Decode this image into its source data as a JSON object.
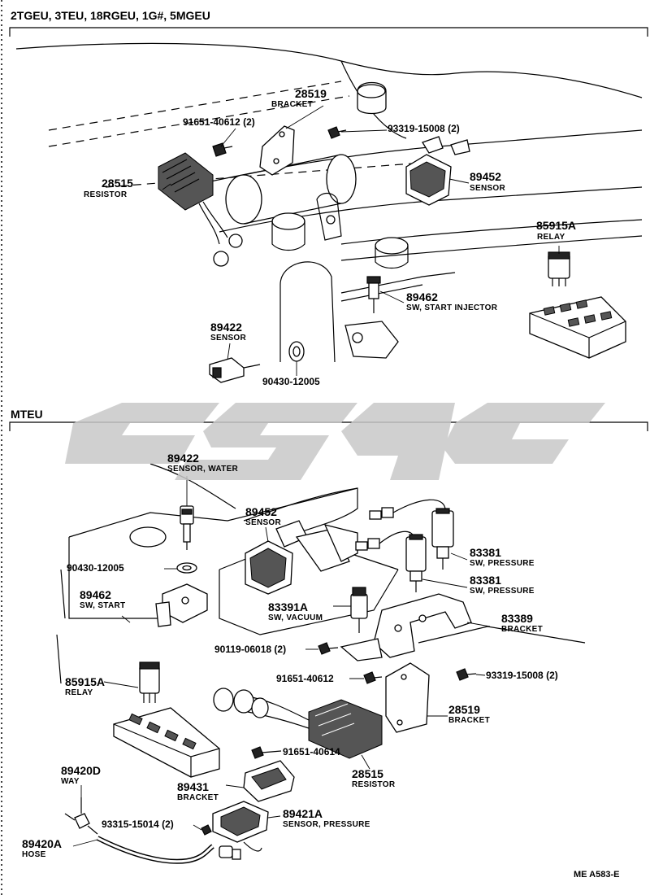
{
  "sections": {
    "top_title": "2TGEU, 3TEU, 18RGEU, 1G#, 5MGEU",
    "bottom_title": "MTEU"
  },
  "top": {
    "p28519": {
      "num": "28519",
      "desc": "BRACKET"
    },
    "p91651": {
      "num": "91651-40612 (2)"
    },
    "p93319": {
      "num": "93319-15008 (2)"
    },
    "p28515": {
      "num": "28515",
      "desc": "RESISTOR"
    },
    "p89452": {
      "num": "89452",
      "desc": "SENSOR"
    },
    "p85915": {
      "num": "85915A",
      "desc": "RELAY"
    },
    "p89462": {
      "num": "89462",
      "desc": "SW, START INJECTOR"
    },
    "p89422": {
      "num": "89422",
      "desc": "SENSOR"
    },
    "p90430": {
      "num": "90430-12005"
    }
  },
  "bottom": {
    "p89422": {
      "num": "89422",
      "desc": "SENSOR, WATER"
    },
    "p89452": {
      "num": "89452",
      "desc": "SENSOR"
    },
    "p90430": {
      "num": "90430-12005"
    },
    "p89462": {
      "num": "89462",
      "desc": "SW, START"
    },
    "p83381a": {
      "num": "83381",
      "desc": "SW, PRESSURE"
    },
    "p83381b": {
      "num": "83381",
      "desc": "SW, PRESSURE"
    },
    "p83391": {
      "num": "83391A",
      "desc": "SW, VACUUM"
    },
    "p83389": {
      "num": "83389",
      "desc": "BRACKET"
    },
    "p90119": {
      "num": "90119-06018 (2)"
    },
    "p91651a": {
      "num": "91651-40612"
    },
    "p93319": {
      "num": "93319-15008 (2)"
    },
    "p85915": {
      "num": "85915A",
      "desc": "RELAY"
    },
    "p28519": {
      "num": "28519",
      "desc": "BRACKET"
    },
    "p91651b": {
      "num": "91651-40614"
    },
    "p28515": {
      "num": "28515",
      "desc": "RESISTOR"
    },
    "p89420d": {
      "num": "89420D",
      "desc": "WAY"
    },
    "p89431": {
      "num": "89431",
      "desc": "BRACKET"
    },
    "p93315": {
      "num": "93315-15014 (2)"
    },
    "p89421": {
      "num": "89421A",
      "desc": "SENSOR, PRESSURE"
    },
    "p89420a": {
      "num": "89420A",
      "desc": "HOSE"
    }
  },
  "footer": {
    "code": "ME  A583-E"
  },
  "colors": {
    "ink": "#000000",
    "watermark": "#c8c8c8"
  }
}
